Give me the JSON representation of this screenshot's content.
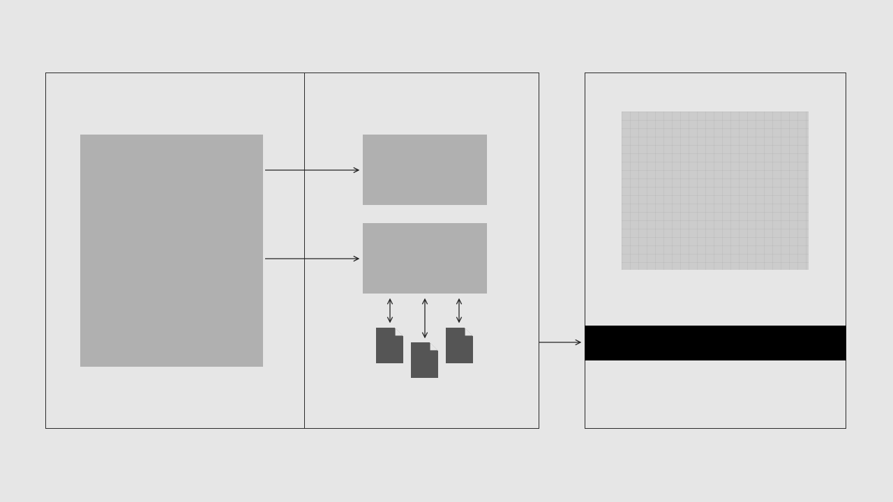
{
  "diagram": {
    "title": "",
    "colors": {
      "background": "#e6e6e6",
      "outline": "#2a2a2a",
      "block_fill": "#b0b0b0",
      "preview_fill": "#cccccc",
      "bar_fill": "#000000",
      "document_icon_fill": "#555555"
    },
    "panels": [
      "left-panel",
      "middle-panel",
      "right-panel"
    ],
    "document_icons": [
      "document-icon",
      "document-icon",
      "document-icon"
    ],
    "connectors": [
      "arrow-source-to-block-1",
      "arrow-source-to-block-2",
      "arrow-middle-to-right",
      "double-arrows-to-documents"
    ]
  }
}
